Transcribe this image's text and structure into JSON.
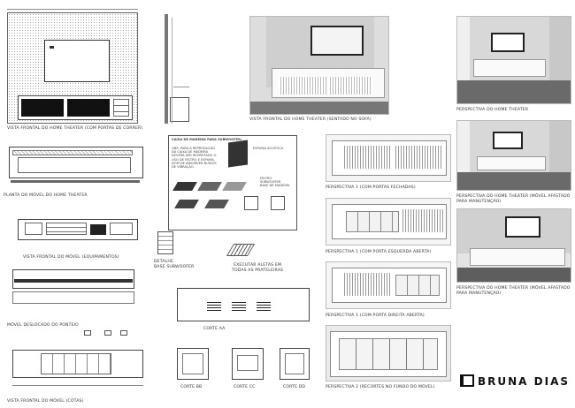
{
  "captions": {
    "vista_frontal_home": "VISTA FRONTAL DO HOME THEATER (COM PORTAS DE CORRER)",
    "planta_movel": "PLANTA DO MÓVEL DO HOME THEATER",
    "vista_frontal_equip": "VISTA FRONTAL DO MÓVEL (EQUIPAMENTOS)",
    "movel_deslocado": "MÓVEL DESLOCADO DO PONTEIO",
    "vista_frontal_cotas": "VISTA FRONTAL DO MÓVEL (COTAS)",
    "vista_frontal_sofa": "VISTA FRONTAL DO HOME THEATER (SENTADO NO SOFÁ)",
    "perspectiva_home": "PERSPECTIVA DO HOME THEATER",
    "perspectiva_afastado_1": "PERSPECTIVA DO HOME THEATER (MÓVEL AFASTADO PARA MANUTENÇÃO)",
    "perspectiva_afastado_2": "PERSPECTIVA DO HOME THEATER (MÓVEL AFASTADO PARA MANUTENÇÃO)",
    "perspectiva_portas_fechadas": "PERSPECTIVA 1 (COM PORTAS FECHADAS)",
    "perspectiva_esquerda": "PERSPECTIVA 1 (COM PORTA ESQUERDA ABERTA)",
    "perspectiva_direita": "PERSPECTIVA 1 (COM PORTA DIREITA ABERTA)",
    "perspectiva_recortes": "PERSPECTIVA 2 (RECORTES NO FUNDO DO MÓVEL)",
    "detalhe_base": "DETALHE\nBASE SUBWOOFER",
    "executar_aletas": "EXECUTAR ALETAS EM\nTODAS AS PRATELEIRAS",
    "corte_aa": "CORTE AA",
    "corte_bb": "CORTE BB",
    "corte_cc": "CORTE CC",
    "corte_dd": "CORTE DD"
  },
  "notes": {
    "caixa_madeira": "CAIXA DE MADEIRA PARA SUBWOOFER:",
    "caixa_text": "OBS: PARA A REPRODUÇÃO DA CAIXA DE MADEIRA DEVERÁ SER RESPEITADO O USO DE FELTRO E ESPUMA, AFIM DE ABSORVER RUÍDOS DE VIBRAÇÃO.",
    "espuma": "ESPUMA ACÚSTICA",
    "feltro": "FELTRO\nSUBWOOFER\nBASE DE MADEIRA"
  },
  "logo": {
    "text": "BRUNA DIAS"
  }
}
